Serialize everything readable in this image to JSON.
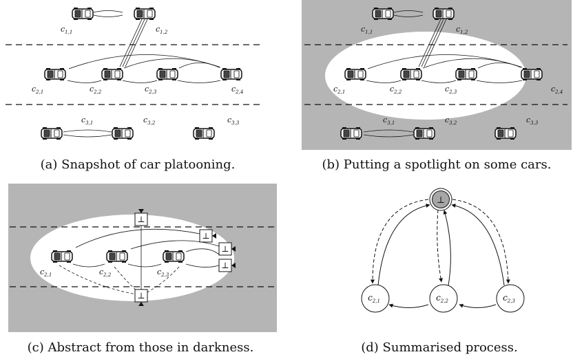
{
  "panels": {
    "a": {
      "caption": "(a) Snapshot of car platooning.",
      "cars": [
        {
          "id": "c1,1",
          "base": "c",
          "sub": "1,1"
        },
        {
          "id": "c1,2",
          "base": "c",
          "sub": "1,2"
        },
        {
          "id": "c2,1",
          "base": "c",
          "sub": "2,1"
        },
        {
          "id": "c2,2",
          "base": "c",
          "sub": "2,2"
        },
        {
          "id": "c2,3",
          "base": "c",
          "sub": "2,3"
        },
        {
          "id": "c2,4",
          "base": "c",
          "sub": "2,4"
        },
        {
          "id": "c3,1",
          "base": "c",
          "sub": "3,1"
        },
        {
          "id": "c3,2",
          "base": "c",
          "sub": "3,2"
        },
        {
          "id": "c3,3",
          "base": "c",
          "sub": "3,3"
        }
      ]
    },
    "b": {
      "caption": "(b) Putting a spotlight on some cars.",
      "cars": [
        {
          "id": "c1,1",
          "base": "c",
          "sub": "1,1"
        },
        {
          "id": "c1,2",
          "base": "c",
          "sub": "1,2"
        },
        {
          "id": "c2,1",
          "base": "c",
          "sub": "2,1"
        },
        {
          "id": "c2,2",
          "base": "c",
          "sub": "2,2"
        },
        {
          "id": "c2,3",
          "base": "c",
          "sub": "2,3"
        },
        {
          "id": "c2,4",
          "base": "c",
          "sub": "2,4"
        },
        {
          "id": "c3,1",
          "base": "c",
          "sub": "3,1"
        },
        {
          "id": "c3,2",
          "base": "c",
          "sub": "3,2"
        },
        {
          "id": "c3,3",
          "base": "c",
          "sub": "3,3"
        }
      ]
    },
    "c": {
      "caption": "(c) Abstract from those in darkness.",
      "cars": [
        {
          "id": "c2,1",
          "base": "c",
          "sub": "2,1"
        },
        {
          "id": "c2,2",
          "base": "c",
          "sub": "2,2"
        },
        {
          "id": "c2,3",
          "base": "c",
          "sub": "2,3"
        }
      ],
      "bottom_symbol": "⊥"
    },
    "d": {
      "caption": "(d) Summarised process.",
      "center": "⊥",
      "nodes": [
        {
          "id": "c2,1",
          "base": "c",
          "sub": "2,1"
        },
        {
          "id": "c2,2",
          "base": "c",
          "sub": "2,2"
        },
        {
          "id": "c2,3",
          "base": "c",
          "sub": "2,3"
        }
      ]
    }
  },
  "colors": {
    "darkness": "#b5b5b5",
    "spotlight": "#ffffff",
    "ink": "#111111",
    "bottom_fill": "#a6a6a6"
  }
}
